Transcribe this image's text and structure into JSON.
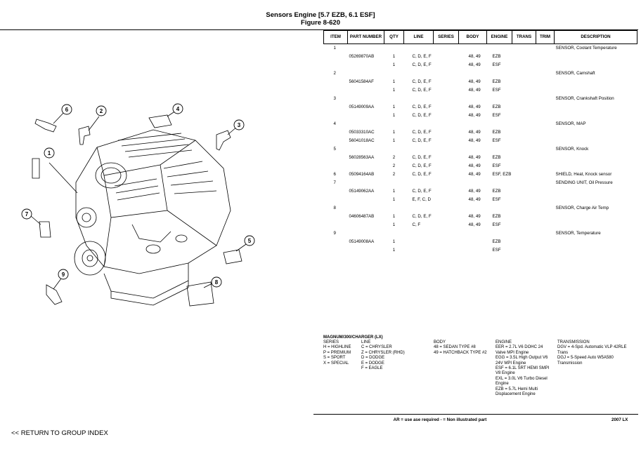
{
  "page": {
    "title_line1": "Sensors Engine [5.7 EZB, 6.1 ESF]",
    "title_line2": "Figure 8-620"
  },
  "table": {
    "headers": [
      "ITEM",
      "PART NUMBER",
      "QTY",
      "LINE",
      "SERIES",
      "BODY",
      "ENGINE",
      "TRANS",
      "TRIM",
      "DESCRIPTION"
    ],
    "rows": [
      [
        "1",
        "",
        "",
        "",
        "",
        "",
        "",
        "",
        "",
        "SENSOR, Coolant Temperature"
      ],
      [
        "",
        "05269870AB",
        "1",
        "C, D, E, F",
        "",
        "48, 49",
        "EZB",
        "",
        "",
        ""
      ],
      [
        "",
        "",
        "1",
        "C, D, E, F",
        "",
        "48, 49",
        "ESF",
        "",
        "",
        ""
      ],
      [
        "2",
        "",
        "",
        "",
        "",
        "",
        "",
        "",
        "",
        "SENSOR, Camshaft"
      ],
      [
        "",
        "56041584AF",
        "1",
        "C, D, E, F",
        "",
        "48, 49",
        "EZB",
        "",
        "",
        ""
      ],
      [
        "",
        "",
        "1",
        "C, D, E, F",
        "",
        "48, 49",
        "ESF",
        "",
        "",
        ""
      ],
      [
        "3",
        "",
        "",
        "",
        "",
        "",
        "",
        "",
        "",
        "SENSOR, Crankshaft Position"
      ],
      [
        "",
        "05149009AA",
        "1",
        "C, D, E, F",
        "",
        "48, 49",
        "EZB",
        "",
        "",
        ""
      ],
      [
        "",
        "",
        "1",
        "C, D, E, F",
        "",
        "48, 49",
        "ESF",
        "",
        "",
        ""
      ],
      [
        "4",
        "",
        "",
        "",
        "",
        "",
        "",
        "",
        "",
        "SENSOR, MAP"
      ],
      [
        "",
        "05033310AC",
        "1",
        "C, D, E, F",
        "",
        "48, 49",
        "EZB",
        "",
        "",
        ""
      ],
      [
        "",
        "56041018AC",
        "1",
        "C, D, E, F",
        "",
        "48, 49",
        "ESF",
        "",
        "",
        ""
      ],
      [
        "5",
        "",
        "",
        "",
        "",
        "",
        "",
        "",
        "",
        "SENSOR, Knock"
      ],
      [
        "",
        "56028563AA",
        "2",
        "C, D, E, F",
        "",
        "48, 49",
        "EZB",
        "",
        "",
        ""
      ],
      [
        "",
        "",
        "2",
        "C, D, E, F",
        "",
        "48, 49",
        "ESF",
        "",
        "",
        ""
      ],
      [
        "6",
        "05094164AB",
        "2",
        "C, D, E, F",
        "",
        "48, 49",
        "ESF, EZB",
        "",
        "",
        "SHIELD, Heat, Knock sensor"
      ],
      [
        "7",
        "",
        "",
        "",
        "",
        "",
        "",
        "",
        "",
        "SENDING UNIT, Oil Pressure"
      ],
      [
        "",
        "05149062AA",
        "1",
        "C, D, E, F",
        "",
        "48, 49",
        "EZB",
        "",
        "",
        ""
      ],
      [
        "",
        "",
        "1",
        "E, F, C, D",
        "",
        "48, 49",
        "ESF",
        "",
        "",
        ""
      ],
      [
        "8",
        "",
        "",
        "",
        "",
        "",
        "",
        "",
        "",
        "SENSOR, Charge Air Temp"
      ],
      [
        "",
        "04606487AB",
        "1",
        "C, D, E, F",
        "",
        "48, 49",
        "EZB",
        "",
        "",
        ""
      ],
      [
        "",
        "",
        "1",
        "C, F",
        "",
        "48, 49",
        "ESF",
        "",
        "",
        ""
      ],
      [
        "9",
        "",
        "",
        "",
        "",
        "",
        "",
        "",
        "",
        "SENSOR, Temperature"
      ],
      [
        "",
        "05149008AA",
        "1",
        "",
        "",
        "",
        "EZB",
        "",
        "",
        ""
      ],
      [
        "",
        "",
        "1",
        "",
        "",
        "",
        "ESF",
        "",
        "",
        ""
      ]
    ]
  },
  "legend": {
    "model": "MAGNUM/300/CHARGER (LX)",
    "series": {
      "header": "SERIES",
      "items": [
        "H = HIGHLINE",
        "P = PREMIUM",
        "S = SPORT",
        "X = SPECIAL"
      ]
    },
    "line": {
      "header": "LINE",
      "items": [
        "C = CHRYSLER",
        "Z = CHRYSLER (RHD)",
        "D = DODGE",
        "E = DODGE",
        "F = EAGLE"
      ]
    },
    "body": {
      "header": "BODY",
      "items": [
        "48 = SEDAN TYPE #8",
        "49 = HATCHBACK TYPE #2"
      ]
    },
    "engine": {
      "header": "ENGINE",
      "items": [
        "EER = 2.7L V6 DOHC 24",
        "Valve MPI Engine",
        "EGG = 3.5L High Output V6",
        "24V MPI Engine",
        "ESF = 6.1L SRT HEMI SMPI",
        "V8 Engine",
        "EXL = 3.0L V6 Turbo Diesel",
        "Engine",
        "EZB = 5.7L Hemi Multi",
        "Displacement Engine"
      ]
    },
    "transmission": {
      "header": "TRANSMISSION",
      "items": [
        "DGV = 4-Spd. Automatic VLP 42RLE",
        "Trans",
        "DGJ = 5-Speed Auto W5A580",
        "Transmission"
      ]
    }
  },
  "footer": {
    "note": "AR = use ase required    - = Non illustrated part",
    "year": "2007  LX",
    "return_link": "<< RETURN TO GROUP INDEX"
  },
  "callouts": [
    "1",
    "2",
    "3",
    "4",
    "5",
    "6",
    "7",
    "8",
    "9"
  ]
}
